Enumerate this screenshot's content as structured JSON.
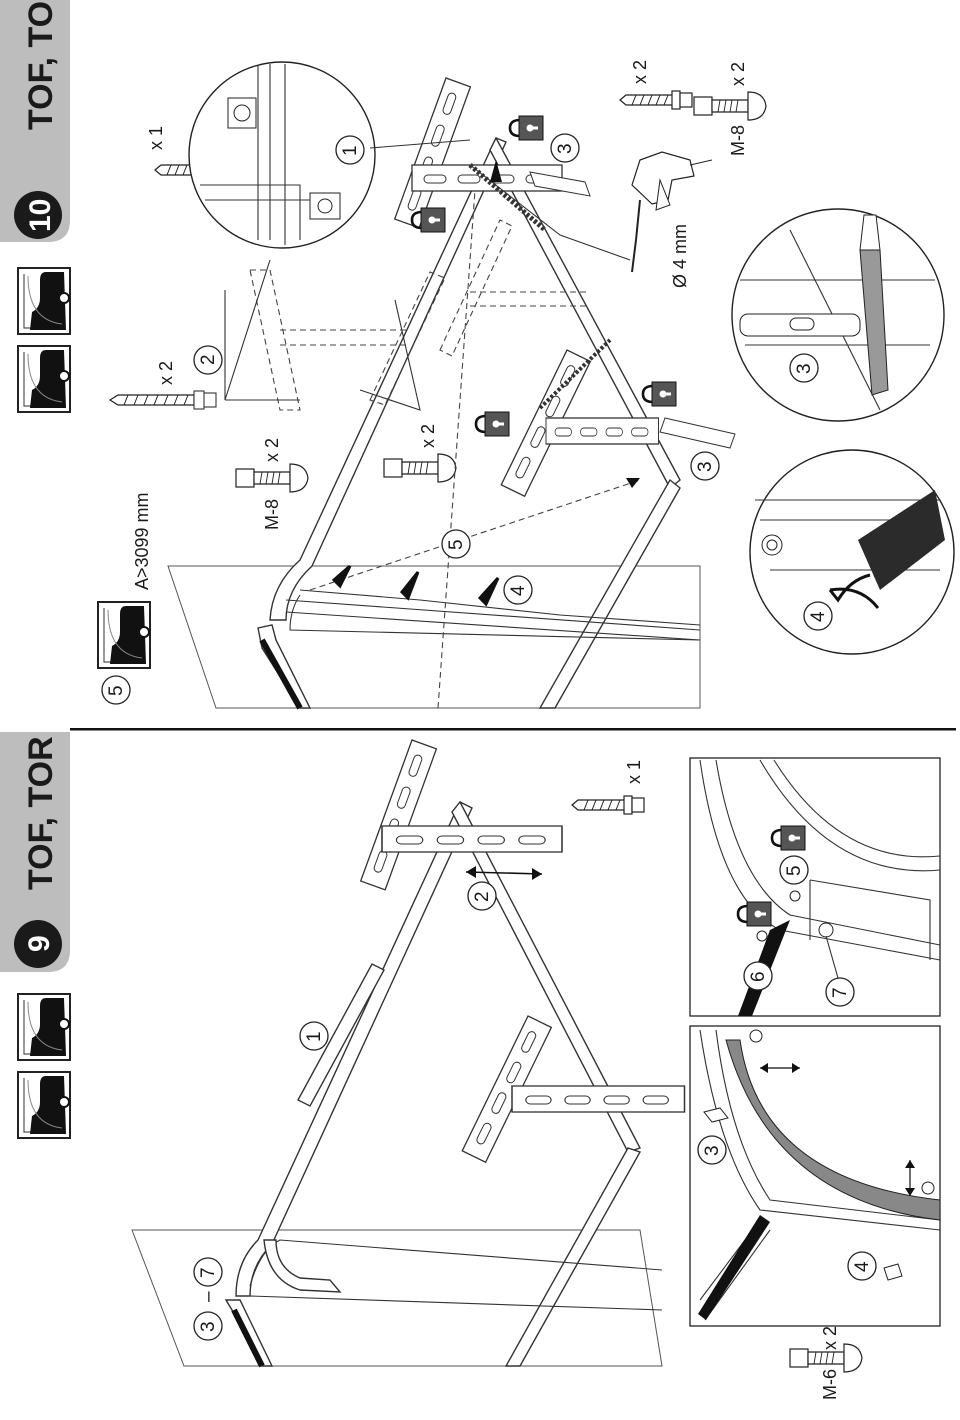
{
  "colors": {
    "ink": "#1a1a1a",
    "panel": "#bdbdbd",
    "seal": "#2b2b2b",
    "lock": "#444444"
  },
  "step9": {
    "number": "9",
    "title": "TOF, TOR",
    "callouts": {
      "c1": "1",
      "c2": "2",
      "c3": "3",
      "c4": "4",
      "c5": "5",
      "c6": "6",
      "c7": "7",
      "range_from": "3",
      "range_dash": "–",
      "range_to": "7"
    },
    "parts": {
      "screw_qty": "x 1",
      "bolt_size": "M-6",
      "bolt_qty": "x 2"
    },
    "icons": [
      "door-profile-icon",
      "door-profile-icon"
    ]
  },
  "step10": {
    "number": "10",
    "title": "TOF, TOR",
    "callouts": {
      "c1": "1",
      "c2": "2",
      "c3a": "3",
      "c3b": "3",
      "c3c": "3",
      "c4a": "4",
      "c4b": "4",
      "c5a": "5",
      "c5b": "5"
    },
    "parts": {
      "screw_qty": "x 1",
      "long_screw_qty": "x 2",
      "bolt_left_size": "M-8",
      "bolt_left_qty": "x 2",
      "bolt_mid_qty": "x 2",
      "top_screw_qty": "x 2",
      "top_bolt_size": "M-8",
      "top_bolt_qty": "x 2"
    },
    "measurement": "A>3099 mm",
    "drill": "Ø 4 mm",
    "icons": [
      "door-profile-icon",
      "door-profile-icon",
      "door-profile-icon"
    ]
  }
}
